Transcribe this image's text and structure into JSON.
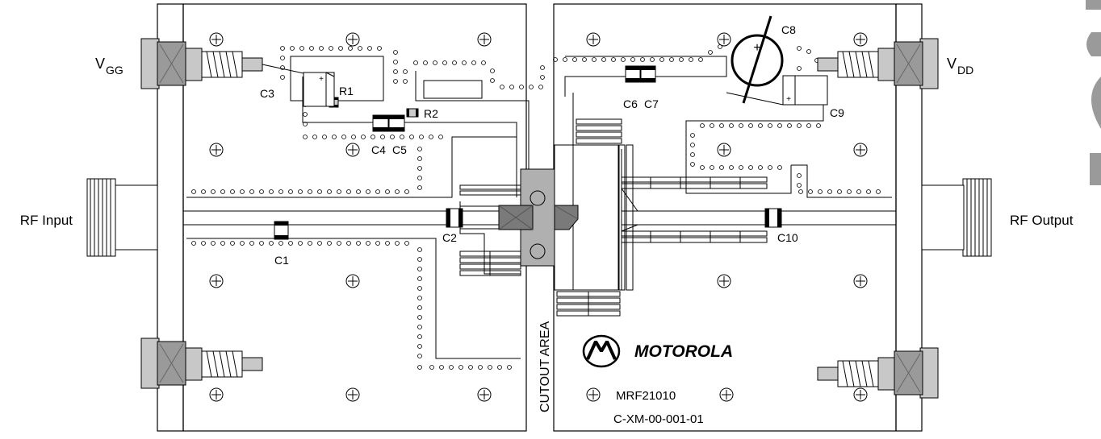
{
  "labels": {
    "vgg": "V",
    "vgg_sub": "GG",
    "vdd": "V",
    "vdd_sub": "DD",
    "rf_input": "RF Input",
    "rf_output": "RF Output",
    "cutout": "CUTOUT AREA",
    "brand": "MOTOROLA",
    "part": "MRF21010",
    "board_id": "C-XM-00-001-01"
  },
  "components": {
    "c1": "C1",
    "c2": "C2",
    "c3": "C3",
    "c4": "C4",
    "c5": "C5",
    "c6": "C6",
    "c7": "C7",
    "c8": "C8",
    "c9": "C9",
    "c10": "C10",
    "r1": "R1",
    "r2": "R2"
  },
  "polarity": "+",
  "colors": {
    "line": "#000000",
    "gray": "#9a9a9a",
    "light": "#c8c8c8"
  }
}
